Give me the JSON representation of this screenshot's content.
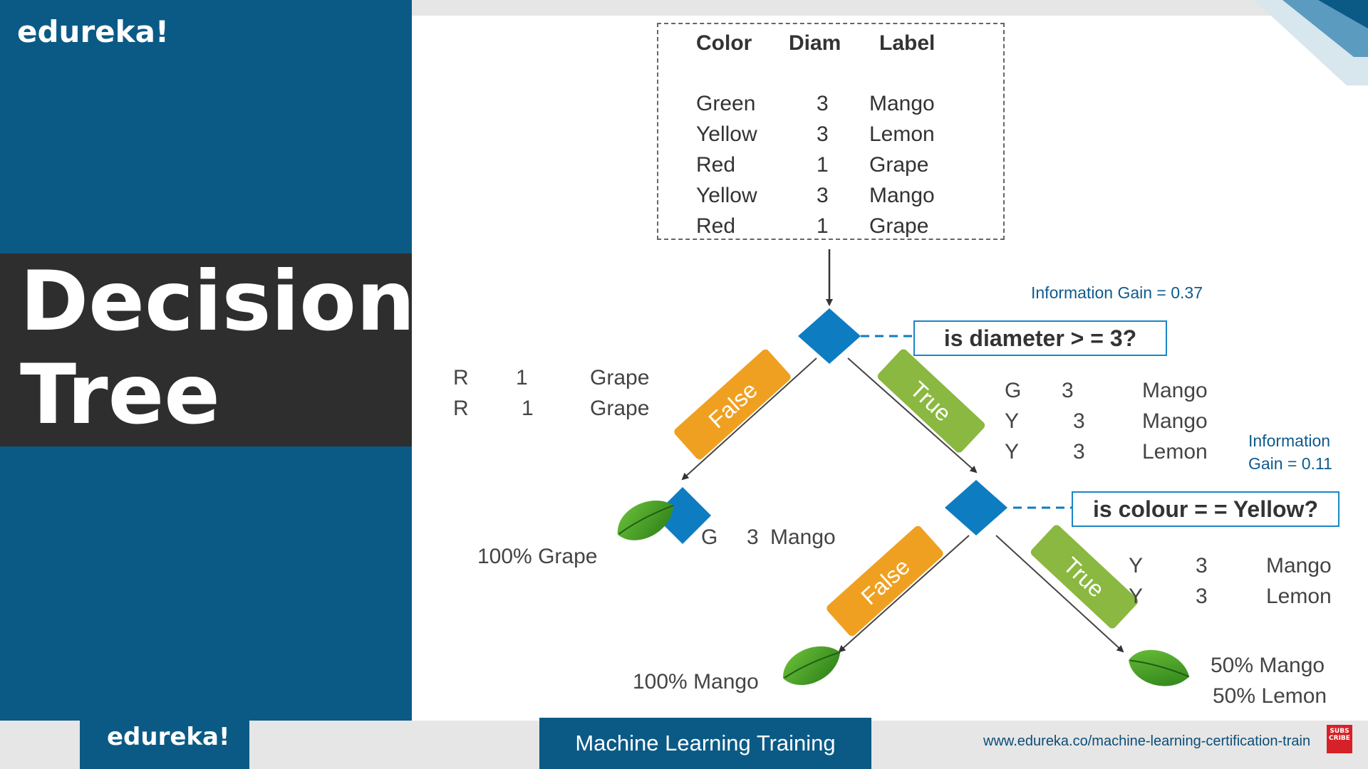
{
  "brand": {
    "logo_text": "edureka!"
  },
  "slide_title": {
    "line1": "Decision",
    "line2": "Tree"
  },
  "table": {
    "headers": [
      "Color",
      "Diam",
      "Label"
    ],
    "rows": [
      [
        "Green",
        "3",
        "Mango"
      ],
      [
        "Yellow",
        "3",
        "Lemon"
      ],
      [
        "Red",
        "1",
        "Grape"
      ],
      [
        "Yellow",
        "3",
        "Mango"
      ],
      [
        "Red",
        "1",
        "Grape"
      ]
    ]
  },
  "tree": {
    "root": {
      "info_gain": "Information Gain = 0.37",
      "question": "is diameter > = 3?"
    },
    "node2": {
      "info_gain_line1": "Information",
      "info_gain_line2": "Gain = 0.11",
      "question": "is colour = = Yellow?"
    },
    "branch_false": "False",
    "branch_true": "True",
    "left_subset": [
      [
        "R",
        "1",
        "Grape"
      ],
      [
        "R",
        "1",
        "Grape"
      ]
    ],
    "right_subset": [
      [
        "G",
        "3",
        "Mango"
      ],
      [
        "Y",
        "3",
        "Mango"
      ],
      [
        "Y",
        "3",
        "Lemon"
      ]
    ],
    "g_row": {
      "c1": "G",
      "c2": "3",
      "c3": "Mango"
    },
    "yellow_subset": [
      [
        "Y",
        "3",
        "Mango"
      ],
      [
        "Y",
        "3",
        "Lemon"
      ]
    ],
    "leaf_grape": "100% Grape",
    "leaf_mango": "100% Mango",
    "leaf_mixed_line1": "50% Mango",
    "leaf_mixed_line2": "50% Lemon"
  },
  "footer": {
    "course": "Machine Learning Training",
    "url": "www.edureka.co/machine-learning-certification-train",
    "subscribe": "SUBS CRIBE"
  },
  "colors": {
    "brand_blue": "#0b5a86",
    "diamond_blue": "#0e7cc1",
    "false_orange": "#f0a020",
    "true_green": "#8ab840",
    "leaf_green": "#3d9a25"
  }
}
